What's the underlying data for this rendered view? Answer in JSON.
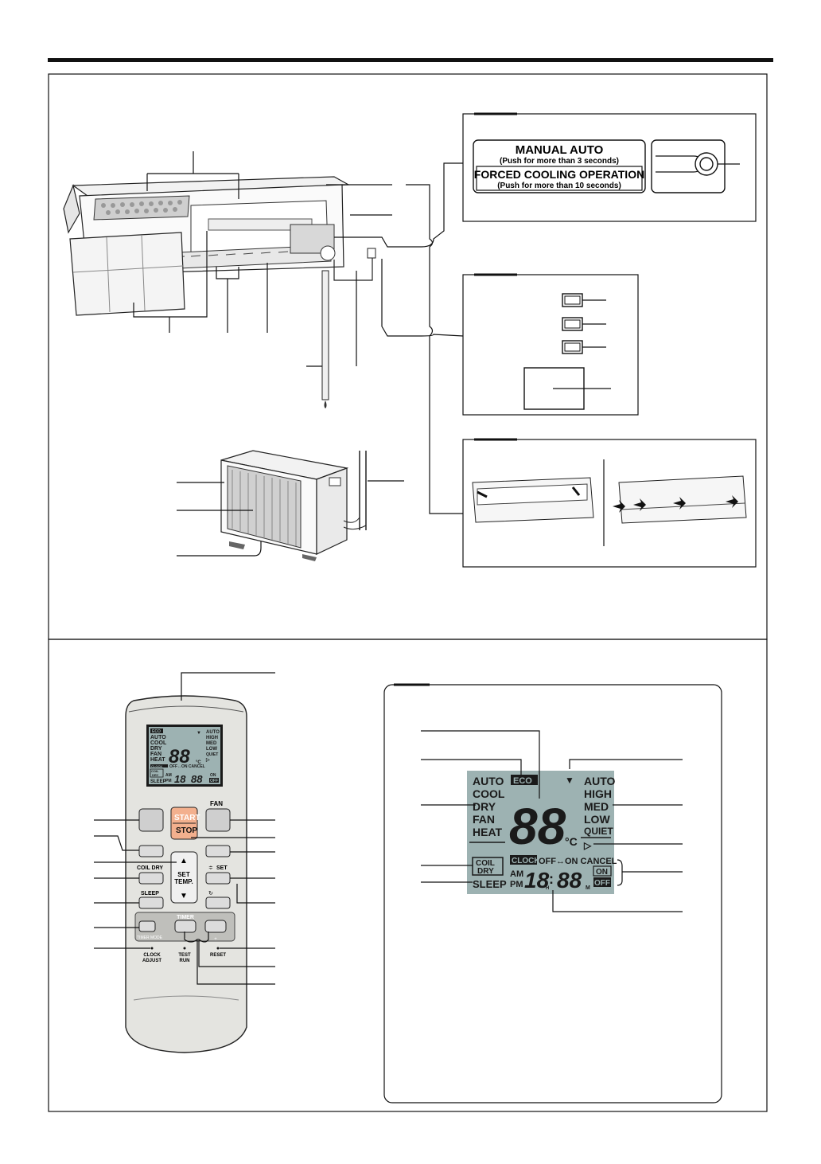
{
  "manual_panel": {
    "line1": "MANUAL AUTO",
    "line2": "(Push for more than 3 seconds)",
    "line3": "FORCED COOLING OPERATION",
    "line4": "(Push for more than 10 seconds)"
  },
  "remote": {
    "lcd_eco": "ECO",
    "lcd_modes": [
      "AUTO",
      "COOL",
      "DRY",
      "FAN",
      "HEAT"
    ],
    "lcd_fan": [
      "AUTO",
      "HIGH",
      "MED",
      "LOW",
      "QUIET"
    ],
    "lcd_coil": "COIL",
    "lcd_dry": "DRY",
    "lcd_sleep": "SLEEP",
    "lcd_clock": "CLOCK",
    "lcd_timer_text": "OFF↔ON CANCEL",
    "lcd_am": "AM",
    "lcd_pm": "PM",
    "lcd_on": "ON",
    "lcd_off": "OFF",
    "lcd_temp": "88",
    "lcd_unit": "°C",
    "lcd_hour": "18",
    "lcd_min": "88",
    "btn_fan": "FAN",
    "btn_start": "START",
    "btn_stop": "STOP",
    "btn_coil_dry": "COIL DRY",
    "btn_sleep": "SLEEP",
    "btn_set_temp_1": "SET",
    "btn_set_temp_2": "TEMP.",
    "btn_set": "SET",
    "timer_label": "TIMER",
    "timer_mode": "TIMER MODE",
    "clock_adjust_1": "CLOCK",
    "clock_adjust_2": "ADJUST",
    "test_run_1": "TEST",
    "test_run_2": "RUN",
    "reset": "RESET"
  },
  "display": {
    "eco": "ECO",
    "modes": [
      "AUTO",
      "COOL",
      "DRY",
      "FAN",
      "HEAT"
    ],
    "fan": [
      "AUTO",
      "HIGH",
      "MED",
      "LOW",
      "QUIET"
    ],
    "coil": "COIL",
    "dry": "DRY",
    "sleep": "SLEEP",
    "clock": "CLOCK",
    "timer_text": "OFF↔ON CANCEL",
    "am": "AM",
    "pm": "PM",
    "on": "ON",
    "off": "OFF",
    "temp": "88",
    "unit": "°C",
    "hour": "18",
    "h": "H",
    "min": "88",
    "m": "M"
  },
  "colors": {
    "lcd": "#9db2b2",
    "start_stop": "#f3b08e",
    "remote_body": "#e4e4e0"
  }
}
